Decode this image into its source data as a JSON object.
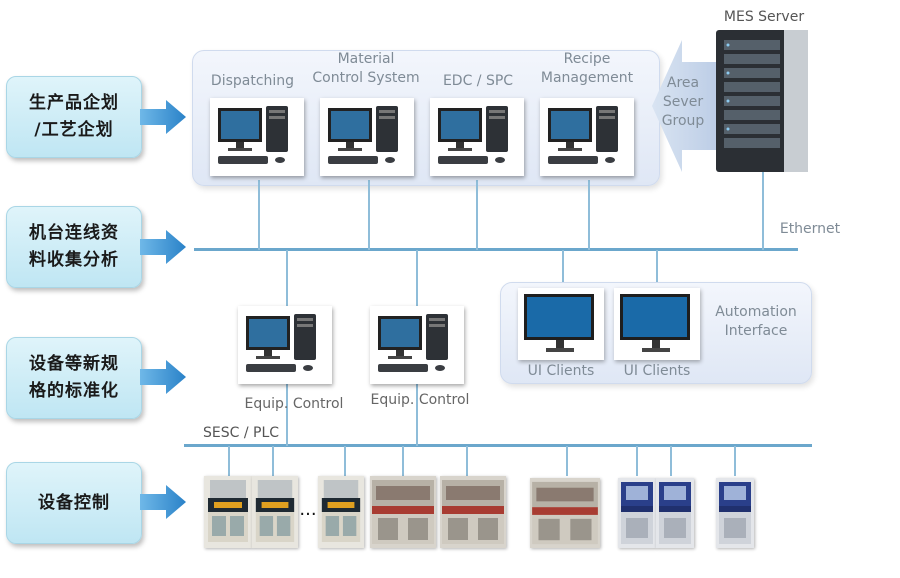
{
  "side_labels": {
    "planning": "生产品企划\n/工艺企划",
    "collection": "机台连线资\n料收集分析",
    "standard": "设备等新规\n格的标准化",
    "control": "设备控制"
  },
  "top_panel": {
    "dispatching": "Dispatching",
    "material": "Material\nControl System",
    "edc": "EDC / SPC",
    "recipe": "Recipe\nManagement"
  },
  "area_group": "Area\nSever\nGroup",
  "mes_server": "MES Server",
  "ethernet": "Ethernet",
  "automation": "Automation\nInterface",
  "ui_clients": [
    "UI Clients",
    "UI Clients"
  ],
  "equip_control": [
    "Equip. Control",
    "Equip. Control"
  ],
  "sesc_plc": "SESC / PLC",
  "ellipsis": "...",
  "colors": {
    "bus": "#6ba7cc",
    "arrow": "#3a8fd0",
    "label": "#7f8b96"
  }
}
